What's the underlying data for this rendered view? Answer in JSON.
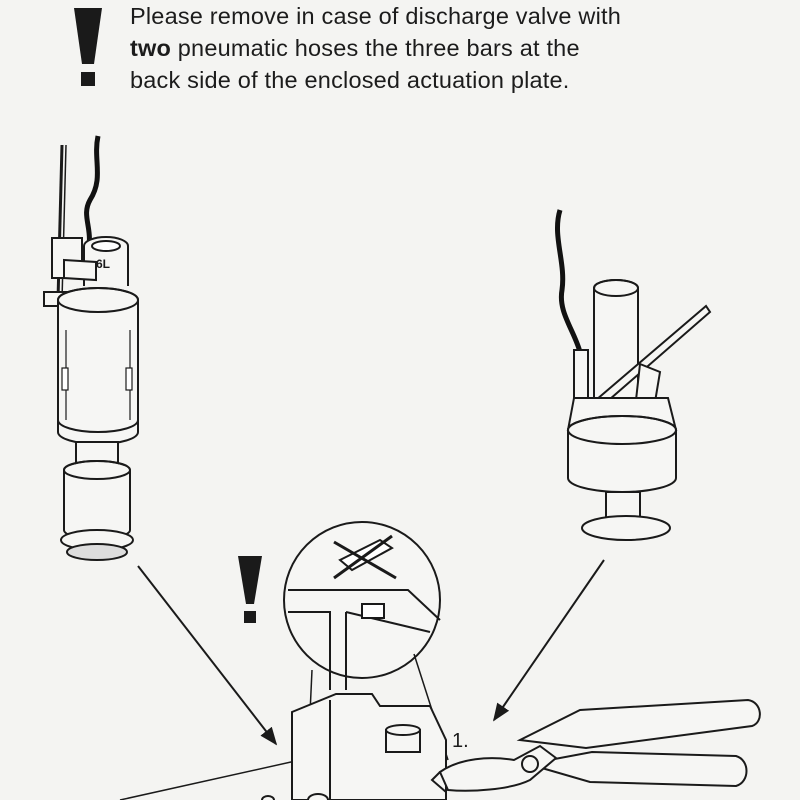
{
  "notice": {
    "line1": "Please remove in case of discharge valve with",
    "line2_bold": "two",
    "line2_rest": " pneumatic hoses the three bars at the",
    "line3": "back side of the enclosed actuation plate."
  },
  "valve_left": {
    "label": "6L"
  },
  "step": {
    "number": "1."
  },
  "icons": [
    "exclamation-icon",
    "cross-out-icon",
    "pliers-icon"
  ]
}
